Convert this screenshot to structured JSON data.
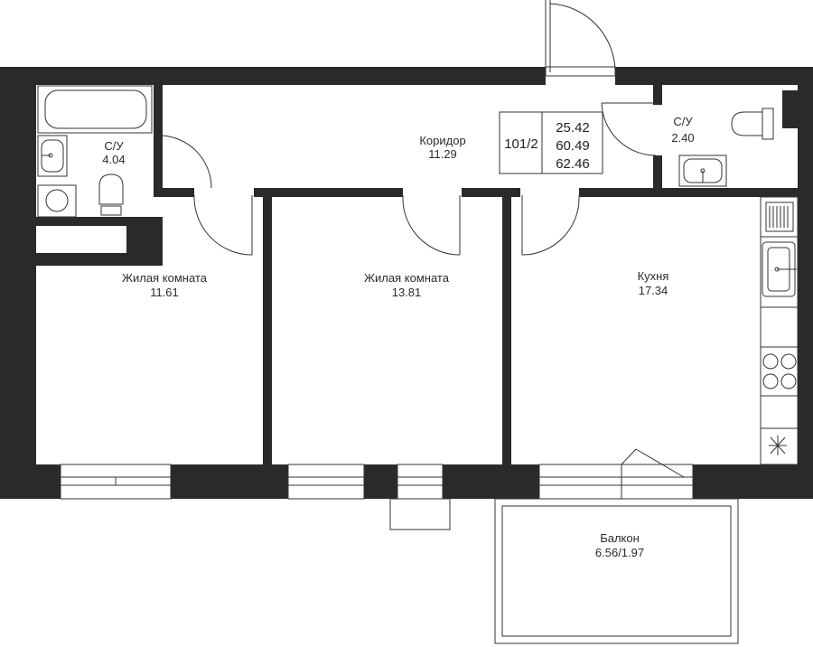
{
  "colors": {
    "wall": "#2a2a2a",
    "line": "#333333",
    "text": "#2b2b2b",
    "background": "#ffffff"
  },
  "apartment": {
    "number": "101/2",
    "living_area": "25.42",
    "total_area": "60.49",
    "total_area_with_balcony": "62.46"
  },
  "rooms": {
    "bathroom_left": {
      "name": "С/У",
      "area": "4.04"
    },
    "corridor": {
      "name": "Коридор",
      "area": "11.29"
    },
    "bathroom_right": {
      "name": "С/У",
      "area": "2.40"
    },
    "living_room_1": {
      "name": "Жилая комната",
      "area": "11.61"
    },
    "living_room_2": {
      "name": "Жилая комната",
      "area": "13.81"
    },
    "kitchen": {
      "name": "Кухня",
      "area": "17.34"
    },
    "balcony": {
      "name": "Балкон",
      "area": "6.56/1.97"
    }
  },
  "icons": [
    "bathtub-icon",
    "sink-icon",
    "toilet-icon",
    "washing-machine-icon",
    "stove-icon",
    "radiator-icon",
    "door-swing-icon",
    "window-icon"
  ]
}
